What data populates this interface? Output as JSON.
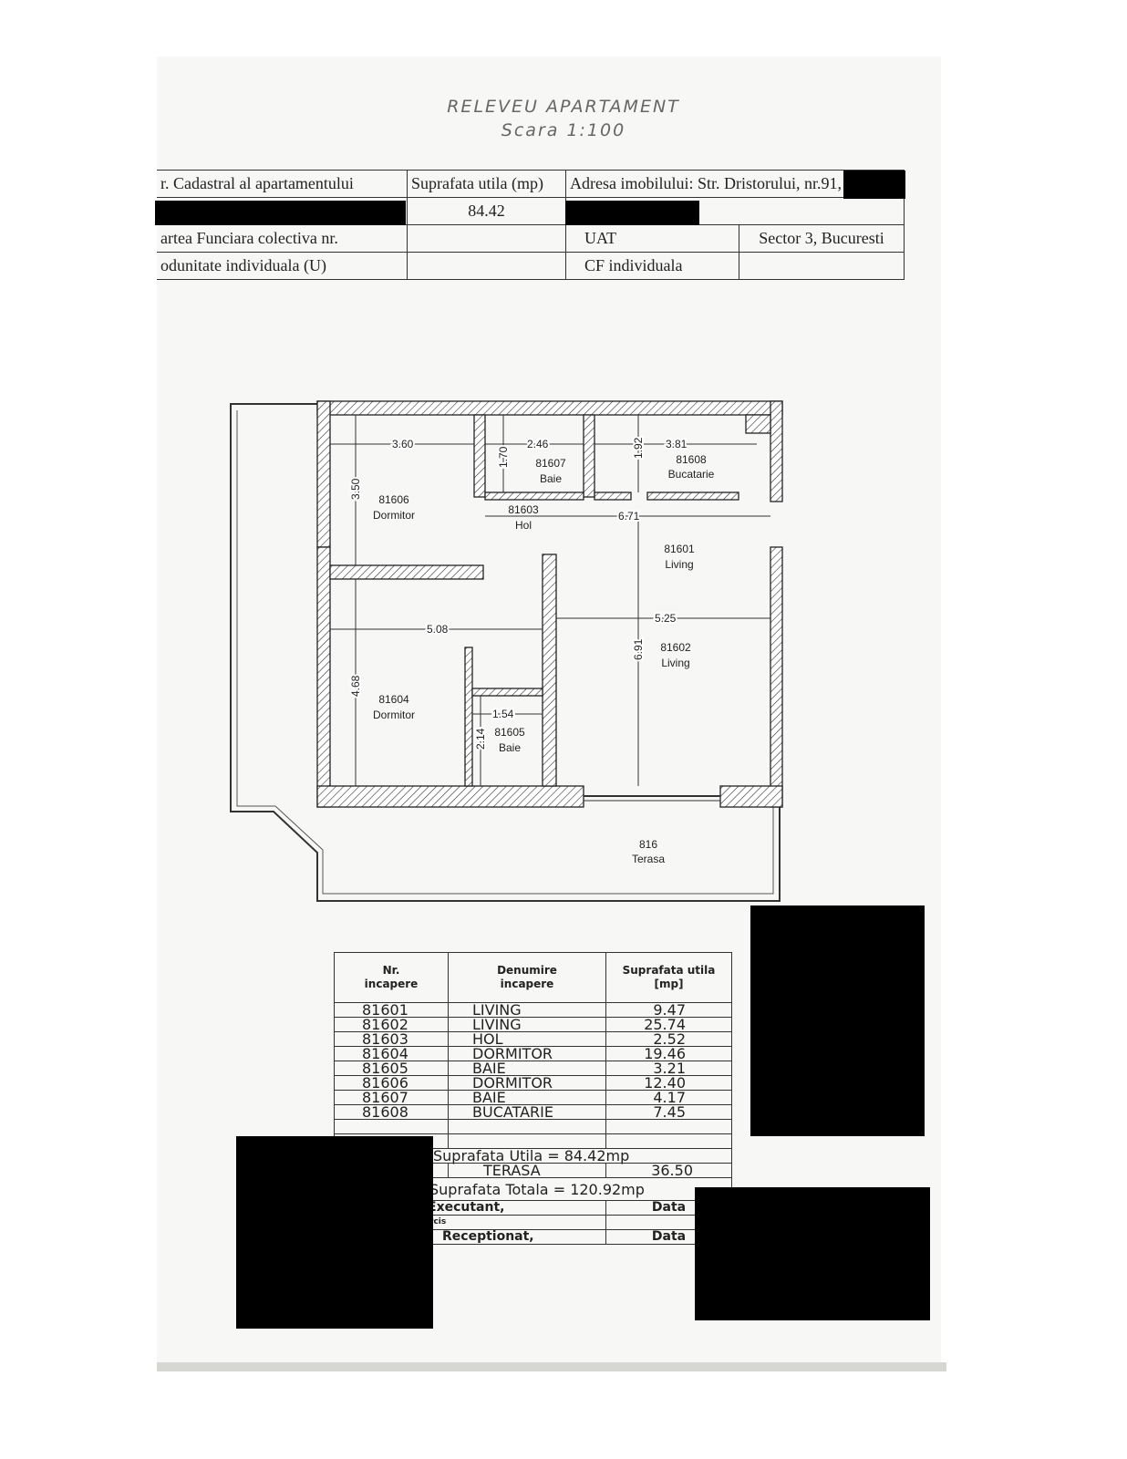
{
  "header": {
    "title": "RELEVEU APARTAMENT",
    "scale": "Scara 1:100"
  },
  "info_table": {
    "cadastral_label": "r. Cadastral al apartamentului",
    "area_label": "Suprafata utila (mp)",
    "address_label": "Adresa imobilului: Str. Dristorului, nr.91,",
    "area_value": "84.42",
    "cf_colectiva_label": "artea Funciara colectiva nr.",
    "uat_label": "UAT",
    "uat_value": "Sector 3, Bucuresti",
    "unit_label": "odunitate individuala (U)",
    "cf_individuala_label": "CF individuala"
  },
  "plan": {
    "rooms": [
      {
        "id": "81606",
        "name": "Dormitor"
      },
      {
        "id": "81607",
        "name": "Baie"
      },
      {
        "id": "81608",
        "name": "Bucatarie"
      },
      {
        "id": "81603",
        "name": "Hol"
      },
      {
        "id": "81601",
        "name": "Living"
      },
      {
        "id": "81602",
        "name": "Living"
      },
      {
        "id": "81604",
        "name": "Dormitor"
      },
      {
        "id": "81605",
        "name": "Baie"
      },
      {
        "id": "816",
        "name": "Terasa"
      }
    ],
    "dimensions": [
      "3.60",
      "2.46",
      "3.81",
      "3.50",
      "1.70",
      "1.92",
      "6.71",
      "5.08",
      "5.25",
      "6.91",
      "4.68",
      "1.54",
      "2.14"
    ]
  },
  "rooms_table": {
    "headers": [
      "Nr.\nincapere",
      "Denumire\nincapere",
      "Suprafata utila\n[mp]"
    ],
    "rows": [
      [
        "81601",
        "LIVING",
        "9.47"
      ],
      [
        "81602",
        "LIVING",
        "25.74"
      ],
      [
        "81603",
        "HOL",
        "2.52"
      ],
      [
        "81604",
        "DORMITOR",
        "19.46"
      ],
      [
        "81605",
        "BAIE",
        "3.21"
      ],
      [
        "81606",
        "DORMITOR",
        "12.40"
      ],
      [
        "81607",
        "BAIE",
        "4.17"
      ],
      [
        "81608",
        "BUCATARIE",
        "7.45"
      ]
    ],
    "useful_total": "Suprafata Utila = 84.42mp",
    "terrace_label": "TERASA",
    "terrace_value": "36.50",
    "grand_total": "Suprafata Totala = 120.92mp",
    "executant_label": "Executant,",
    "executant_name_fragment": "rcis",
    "receptionat_label": "Receptionat,",
    "date_label": "Data"
  }
}
